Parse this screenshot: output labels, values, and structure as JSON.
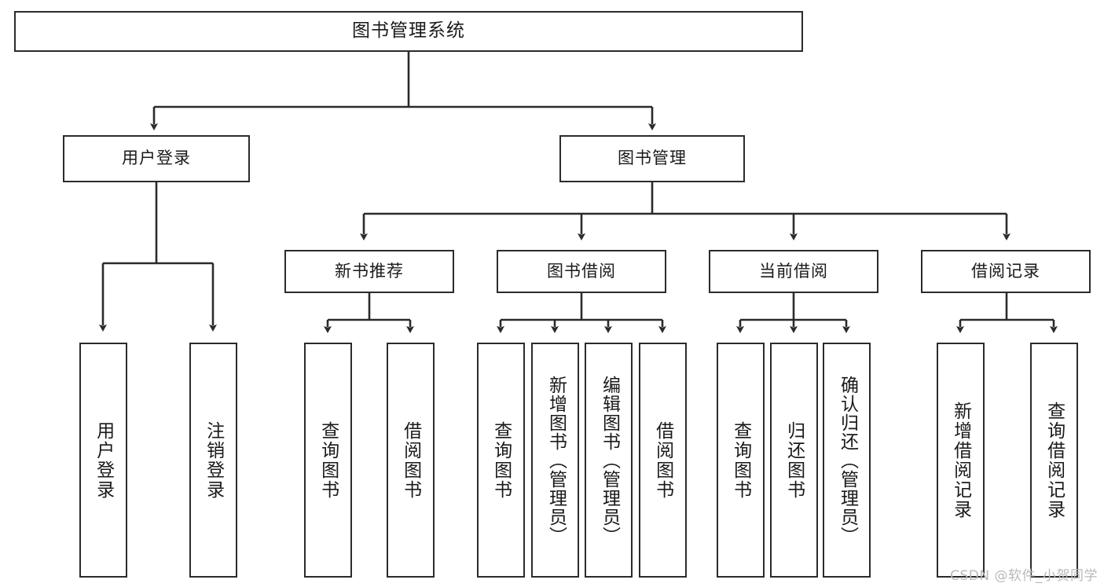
{
  "diagram": {
    "title": "图书管理系统",
    "watermark": "CSDN @软件_小贺同学",
    "colors": {
      "stroke": "#2b2b2b",
      "box_fill": "#ffffff",
      "text": "#1a1a1a",
      "watermark": "#b9b9b9",
      "background": "#ffffff"
    },
    "levels": {
      "root": {
        "label": "图书管理系统"
      },
      "level2": [
        {
          "label": "用户登录"
        },
        {
          "label": "图书管理"
        }
      ],
      "level3": [
        {
          "label": "新书推荐"
        },
        {
          "label": "图书借阅"
        },
        {
          "label": "当前借阅"
        },
        {
          "label": "借阅记录"
        }
      ],
      "leaves": {
        "user_login": [
          {
            "label": "用户登录"
          },
          {
            "label": "注销登录"
          }
        ],
        "new_book_recommend": [
          {
            "label": "查询图书"
          },
          {
            "label": "借阅图书"
          }
        ],
        "book_borrow": [
          {
            "label": "查询图书"
          },
          {
            "label": "新增图书（管理员）"
          },
          {
            "label": "编辑图书（管理员）"
          },
          {
            "label": "借阅图书"
          }
        ],
        "current_borrow": [
          {
            "label": "查询图书"
          },
          {
            "label": "归还图书"
          },
          {
            "label": "确认归还（管理员）"
          }
        ],
        "borrow_record": [
          {
            "label": "新增借阅记录"
          },
          {
            "label": "查询借阅记录"
          }
        ]
      }
    }
  }
}
